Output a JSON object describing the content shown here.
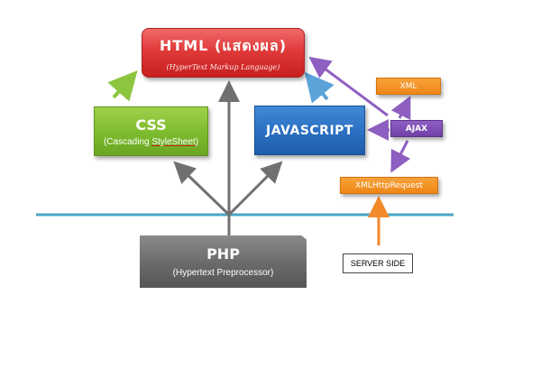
{
  "nodes": {
    "html": {
      "title": "HTML (แสดงผล)",
      "subtitle": "(HyperText Markup Language)"
    },
    "css": {
      "title": "CSS",
      "subtitle_before": "(Cascading ",
      "subtitle_underlined": "StyleSheet",
      "subtitle_after": ")"
    },
    "javascript": {
      "title": "JAVASCRIPT"
    },
    "xml": {
      "label": "XML"
    },
    "ajax": {
      "label": "AJAX"
    },
    "xmlhttprequest": {
      "label": "XMLHttpRequest"
    },
    "php": {
      "title": "PHP",
      "subtitle": "(Hypertext Preprocessor)"
    },
    "server_side": {
      "label": "SERVER SIDE"
    }
  },
  "colors": {
    "html": "#e03a3a",
    "css": "#7fbd2f",
    "javascript": "#2a6fc1",
    "xml": "#ef8616",
    "ajax": "#6f41a6",
    "php": "#6a6a6a",
    "divider": "#4aa3c3",
    "arrow_green": "#8cc63f",
    "arrow_blue": "#5ba3d8",
    "arrow_purple": "#8e5fc0",
    "arrow_gray": "#707070",
    "arrow_orange": "#f28a2a"
  }
}
